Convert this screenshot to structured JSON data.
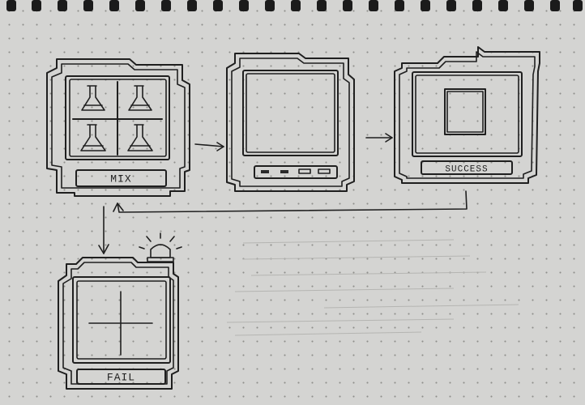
{
  "screens": {
    "mix": {
      "button_label": "MIX"
    },
    "success": {
      "button_label": "SUCCESS"
    },
    "fail": {
      "button_label": "FAIL"
    }
  }
}
